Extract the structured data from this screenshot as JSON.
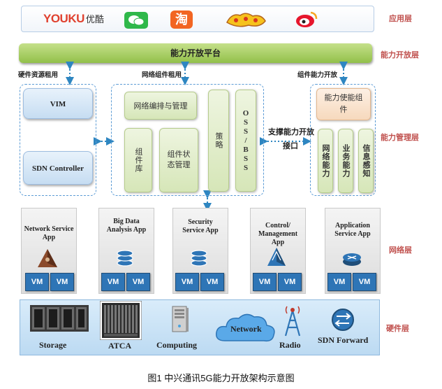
{
  "layers": {
    "app": "应用层",
    "platform": "能力开放层",
    "management": "能力管理层",
    "network": "网络层",
    "hardware": "硬件层"
  },
  "apps": {
    "youku": "YOUKU",
    "youku_cn": "优酷",
    "taobao": "淘"
  },
  "platform": {
    "title": "能力开放平台"
  },
  "arrows": {
    "hw_lease": "硬件资源租用",
    "net_lease": "网络组件租用",
    "component_open": "组件能力开放",
    "support_interface_1": "支撑能力开放",
    "support_interface_2": "接口"
  },
  "management": {
    "vim": "VIM",
    "sdn_controller": "SDN Controller",
    "orchestration": "网络编排与管理",
    "component_lib": "组件库",
    "component_state": "组件状态管理",
    "strategy": "策略",
    "oss_bss": "OSS/BSS",
    "enable_component": "能力使能组件",
    "net_capability": "网络能力",
    "biz_capability": "业务能力",
    "info_sense": "信息感知"
  },
  "network": {
    "vm_label": "VM",
    "apps": [
      "Network Service App",
      "Big Data Analysis App",
      "Security Service App",
      "Control/ Management App",
      "Application Service App"
    ]
  },
  "hardware": {
    "storage": "Storage",
    "atca": "ATCA",
    "computing": "Computing",
    "network": "Network",
    "radio": "Radio",
    "sdn_forward": "SDN Forward"
  },
  "caption": "图1 中兴通讯5G能力开放架构示意图"
}
